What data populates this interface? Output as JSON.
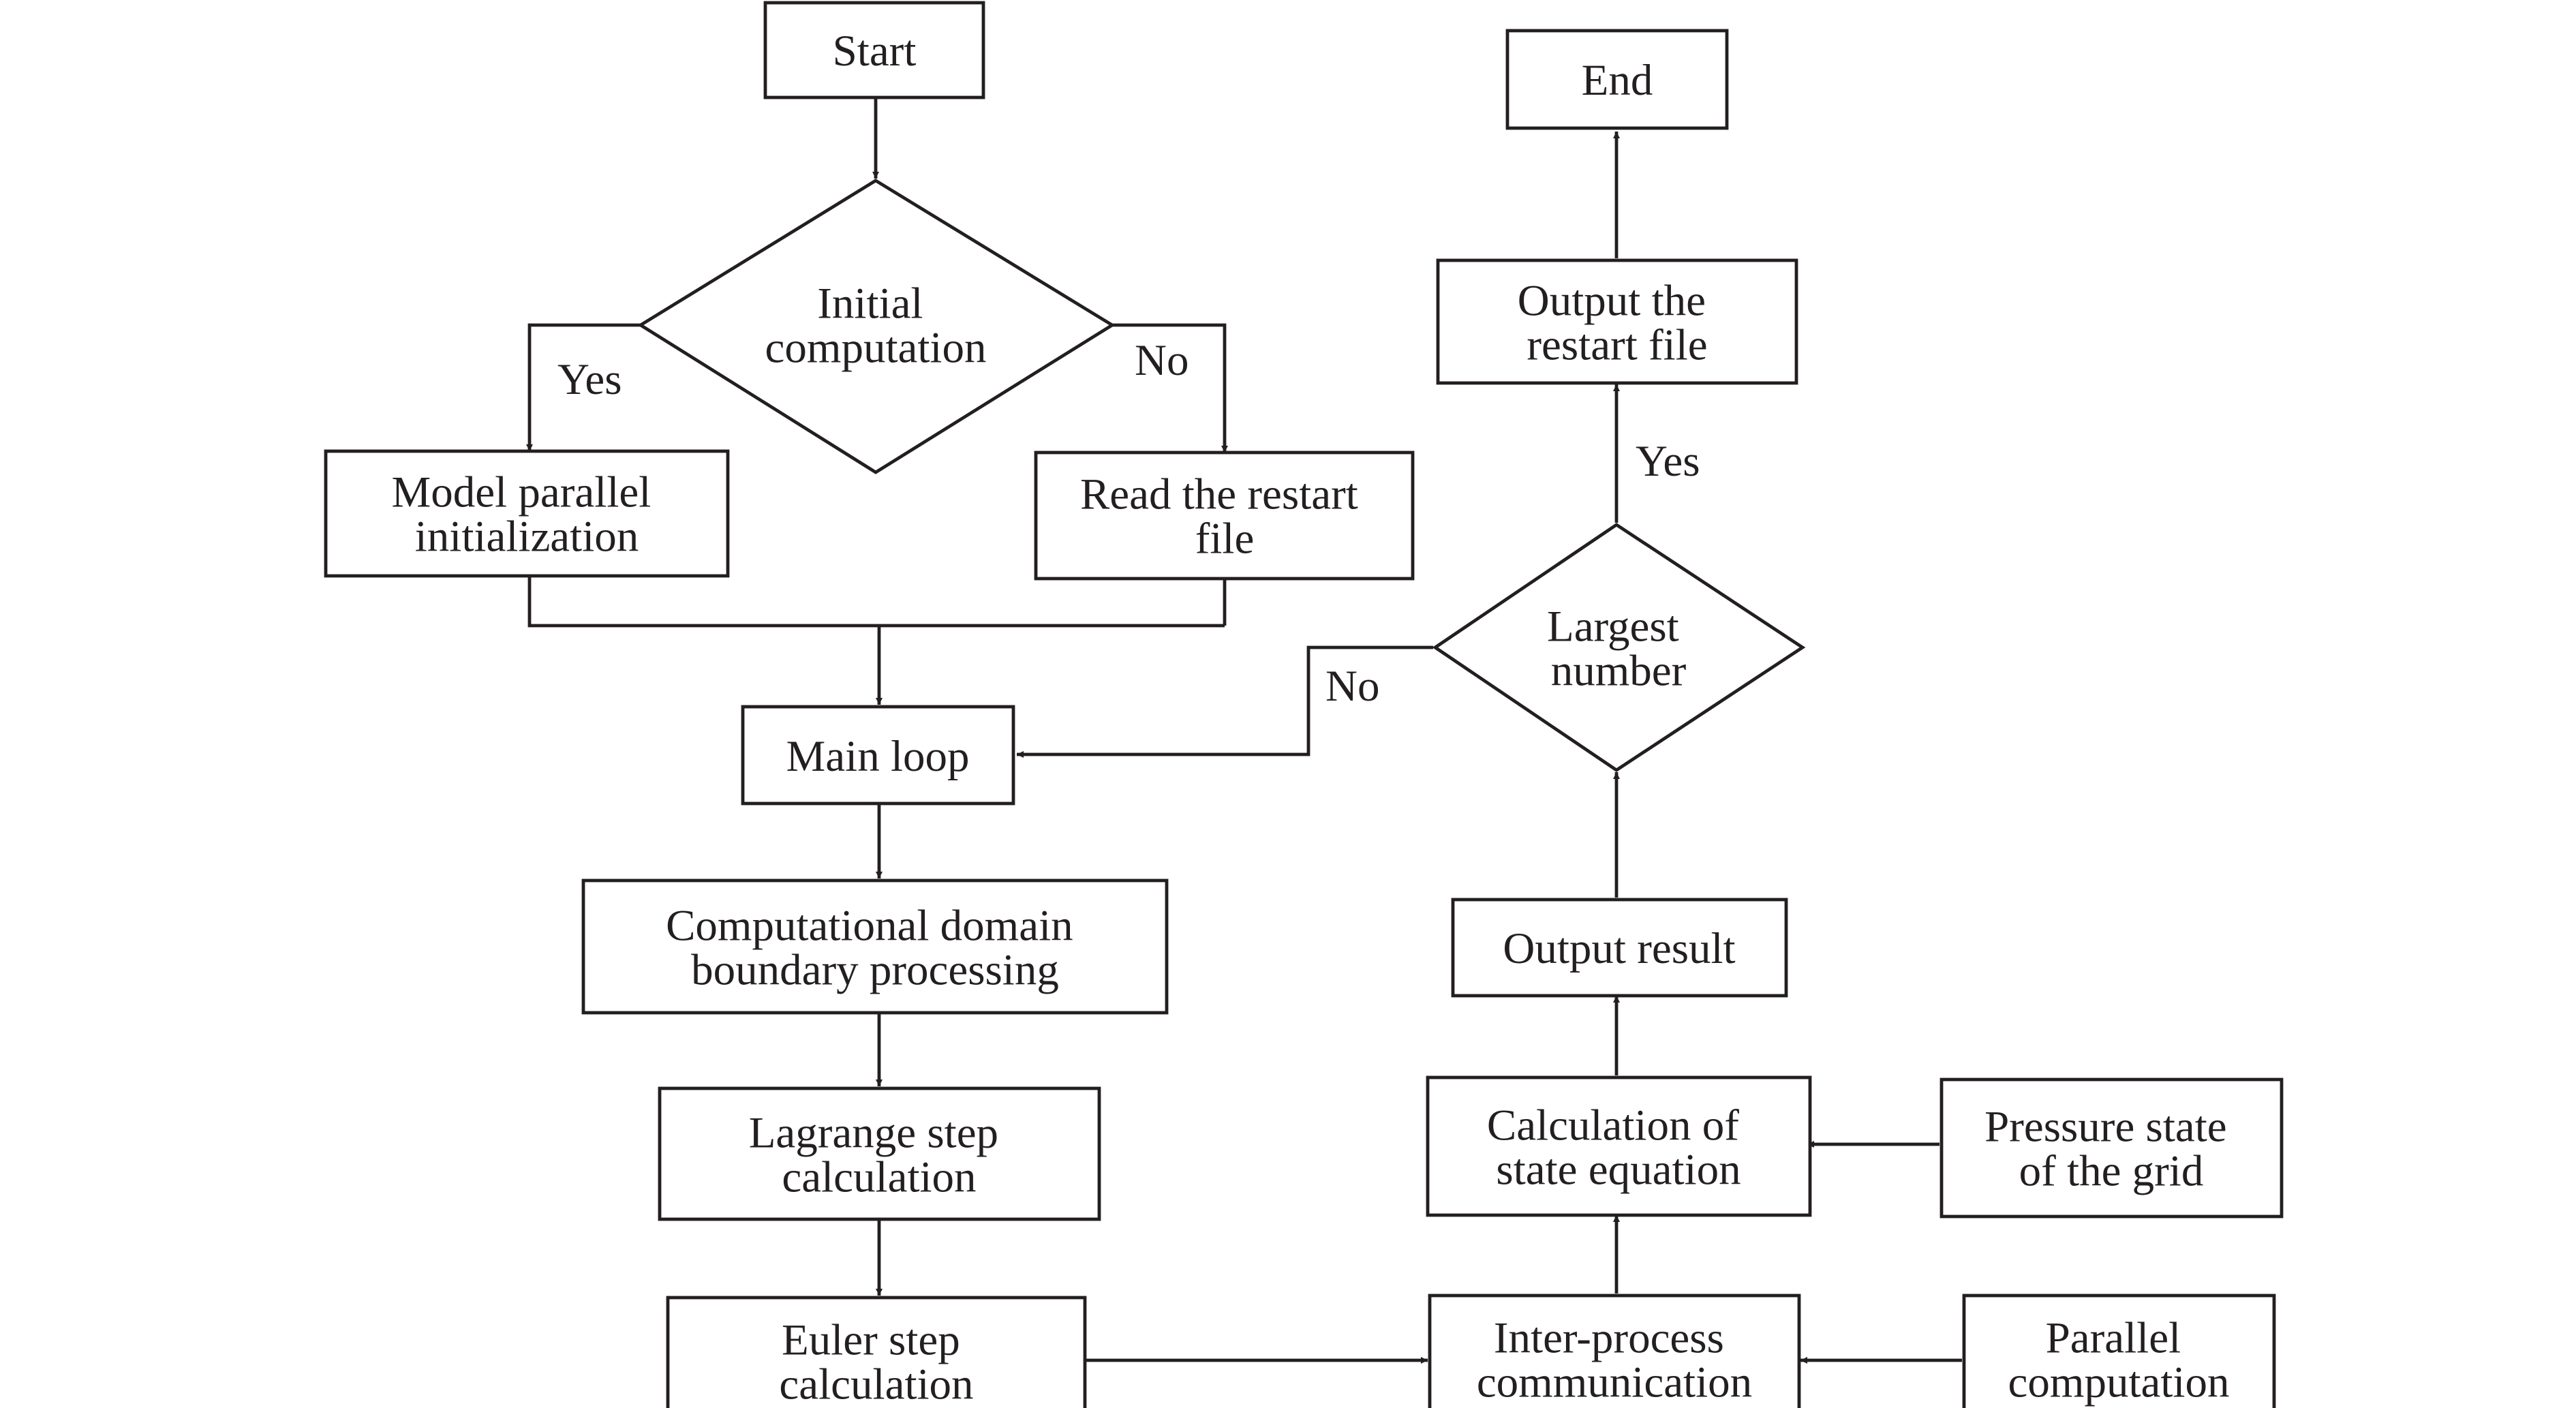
{
  "nodes": {
    "start": [
      "Start"
    ],
    "end": [
      "End"
    ],
    "initial_computation": [
      "Initial",
      "computation"
    ],
    "model_parallel_initialization": [
      "Model parallel",
      "initialization"
    ],
    "read_restart_file": [
      "Read the restart",
      "file"
    ],
    "main_loop": [
      "Main loop"
    ],
    "computational_domain_boundary_processing": [
      "Computational domain",
      "boundary processing"
    ],
    "lagrange_step_calculation": [
      "Lagrange step",
      "calculation"
    ],
    "euler_step_calculation": [
      "Euler step",
      "calculation"
    ],
    "inter_process_communication": [
      "Inter-process",
      "communication"
    ],
    "parallel_computation": [
      "Parallel",
      "computation"
    ],
    "calculation_of_state_equation": [
      "Calculation of",
      "state equation"
    ],
    "pressure_state_of_grid": [
      "Pressure state",
      "of the grid"
    ],
    "output_result": [
      "Output result"
    ],
    "largest_number": [
      "Largest",
      "number"
    ],
    "output_restart_file": [
      "Output the",
      "restart file"
    ]
  },
  "edge_labels": {
    "initial_yes": "Yes",
    "initial_no": "No",
    "largest_yes": "Yes",
    "largest_no": "No"
  },
  "edges": [
    {
      "from": "start",
      "to": "initial_computation"
    },
    {
      "from": "initial_computation",
      "to": "model_parallel_initialization",
      "label": "Yes"
    },
    {
      "from": "initial_computation",
      "to": "read_restart_file",
      "label": "No"
    },
    {
      "from": "model_parallel_initialization",
      "to": "main_loop"
    },
    {
      "from": "read_restart_file",
      "to": "main_loop"
    },
    {
      "from": "main_loop",
      "to": "computational_domain_boundary_processing"
    },
    {
      "from": "computational_domain_boundary_processing",
      "to": "lagrange_step_calculation"
    },
    {
      "from": "lagrange_step_calculation",
      "to": "euler_step_calculation"
    },
    {
      "from": "euler_step_calculation",
      "to": "inter_process_communication"
    },
    {
      "from": "parallel_computation",
      "to": "inter_process_communication"
    },
    {
      "from": "inter_process_communication",
      "to": "calculation_of_state_equation"
    },
    {
      "from": "pressure_state_of_grid",
      "to": "calculation_of_state_equation"
    },
    {
      "from": "calculation_of_state_equation",
      "to": "output_result"
    },
    {
      "from": "output_result",
      "to": "largest_number"
    },
    {
      "from": "largest_number",
      "to": "output_restart_file",
      "label": "Yes"
    },
    {
      "from": "largest_number",
      "to": "main_loop",
      "label": "No"
    },
    {
      "from": "output_restart_file",
      "to": "end"
    }
  ],
  "colors": {
    "line": "#231f20",
    "background": "#ffffff"
  }
}
